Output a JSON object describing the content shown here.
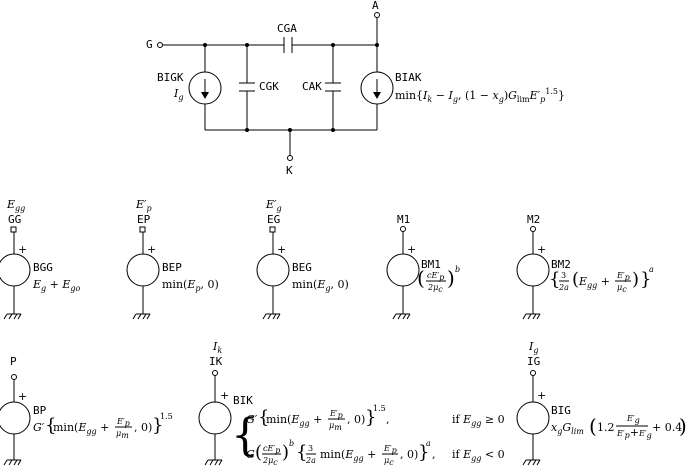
{
  "top_circuit": {
    "nodes": {
      "gate": "G",
      "anode": "A",
      "cathode": "K"
    },
    "capacitors": {
      "cga": "CGA",
      "cgk": "CGK",
      "cak": "CAK"
    },
    "sources": {
      "bigk_name": "BIGK",
      "bigk_expr": "I_g",
      "biak_name": "BIAK",
      "biak_expr": "min{I_k − I_g, (1 − x_g)G_lim E′_p^1.5}"
    }
  },
  "sources": [
    {
      "id": "bgg",
      "var": "E_gg",
      "node": "GG",
      "name": "BGG",
      "expr": "E_g + E_go"
    },
    {
      "id": "bep",
      "var": "E′_p",
      "node": "EP",
      "name": "BEP",
      "expr": "min(E_p, 0)"
    },
    {
      "id": "beg",
      "var": "E′_g",
      "node": "EG",
      "name": "BEG",
      "expr": "min(E_g, 0)"
    },
    {
      "id": "bm1",
      "var": "",
      "node": "M1",
      "name": "BM1",
      "expr": "(cE′_p / 2μ_c)^b"
    },
    {
      "id": "bm2",
      "var": "",
      "node": "M2",
      "name": "BM2",
      "expr": "{ (3/2a) (E_gg + E′_p/μ_c) }^a"
    },
    {
      "id": "bp",
      "var": "",
      "node": "P",
      "name": "BP",
      "expr": "G′{ min(E_gg + E′_p/μ_m, 0) }^1.5"
    },
    {
      "id": "bik",
      "var": "I_k",
      "node": "IK",
      "name": "BIK",
      "expr_case1": "G′{ min(E_gg + E′_p/μ_m, 0) }^1.5,",
      "cond_case1": "if E_gg ≥ 0",
      "expr_case2": "G(cE′_p/2μ_c)^b { (3/2a) min(E_gg + E′_p/μ_c, 0) }^a,",
      "cond_case2": "if E_gg < 0"
    },
    {
      "id": "big",
      "var": "I_g",
      "node": "IG",
      "name": "BIG",
      "expr": "x_g G_lim (1.2 E′_g/(E′_p+E′_g) + 0.4)"
    }
  ]
}
